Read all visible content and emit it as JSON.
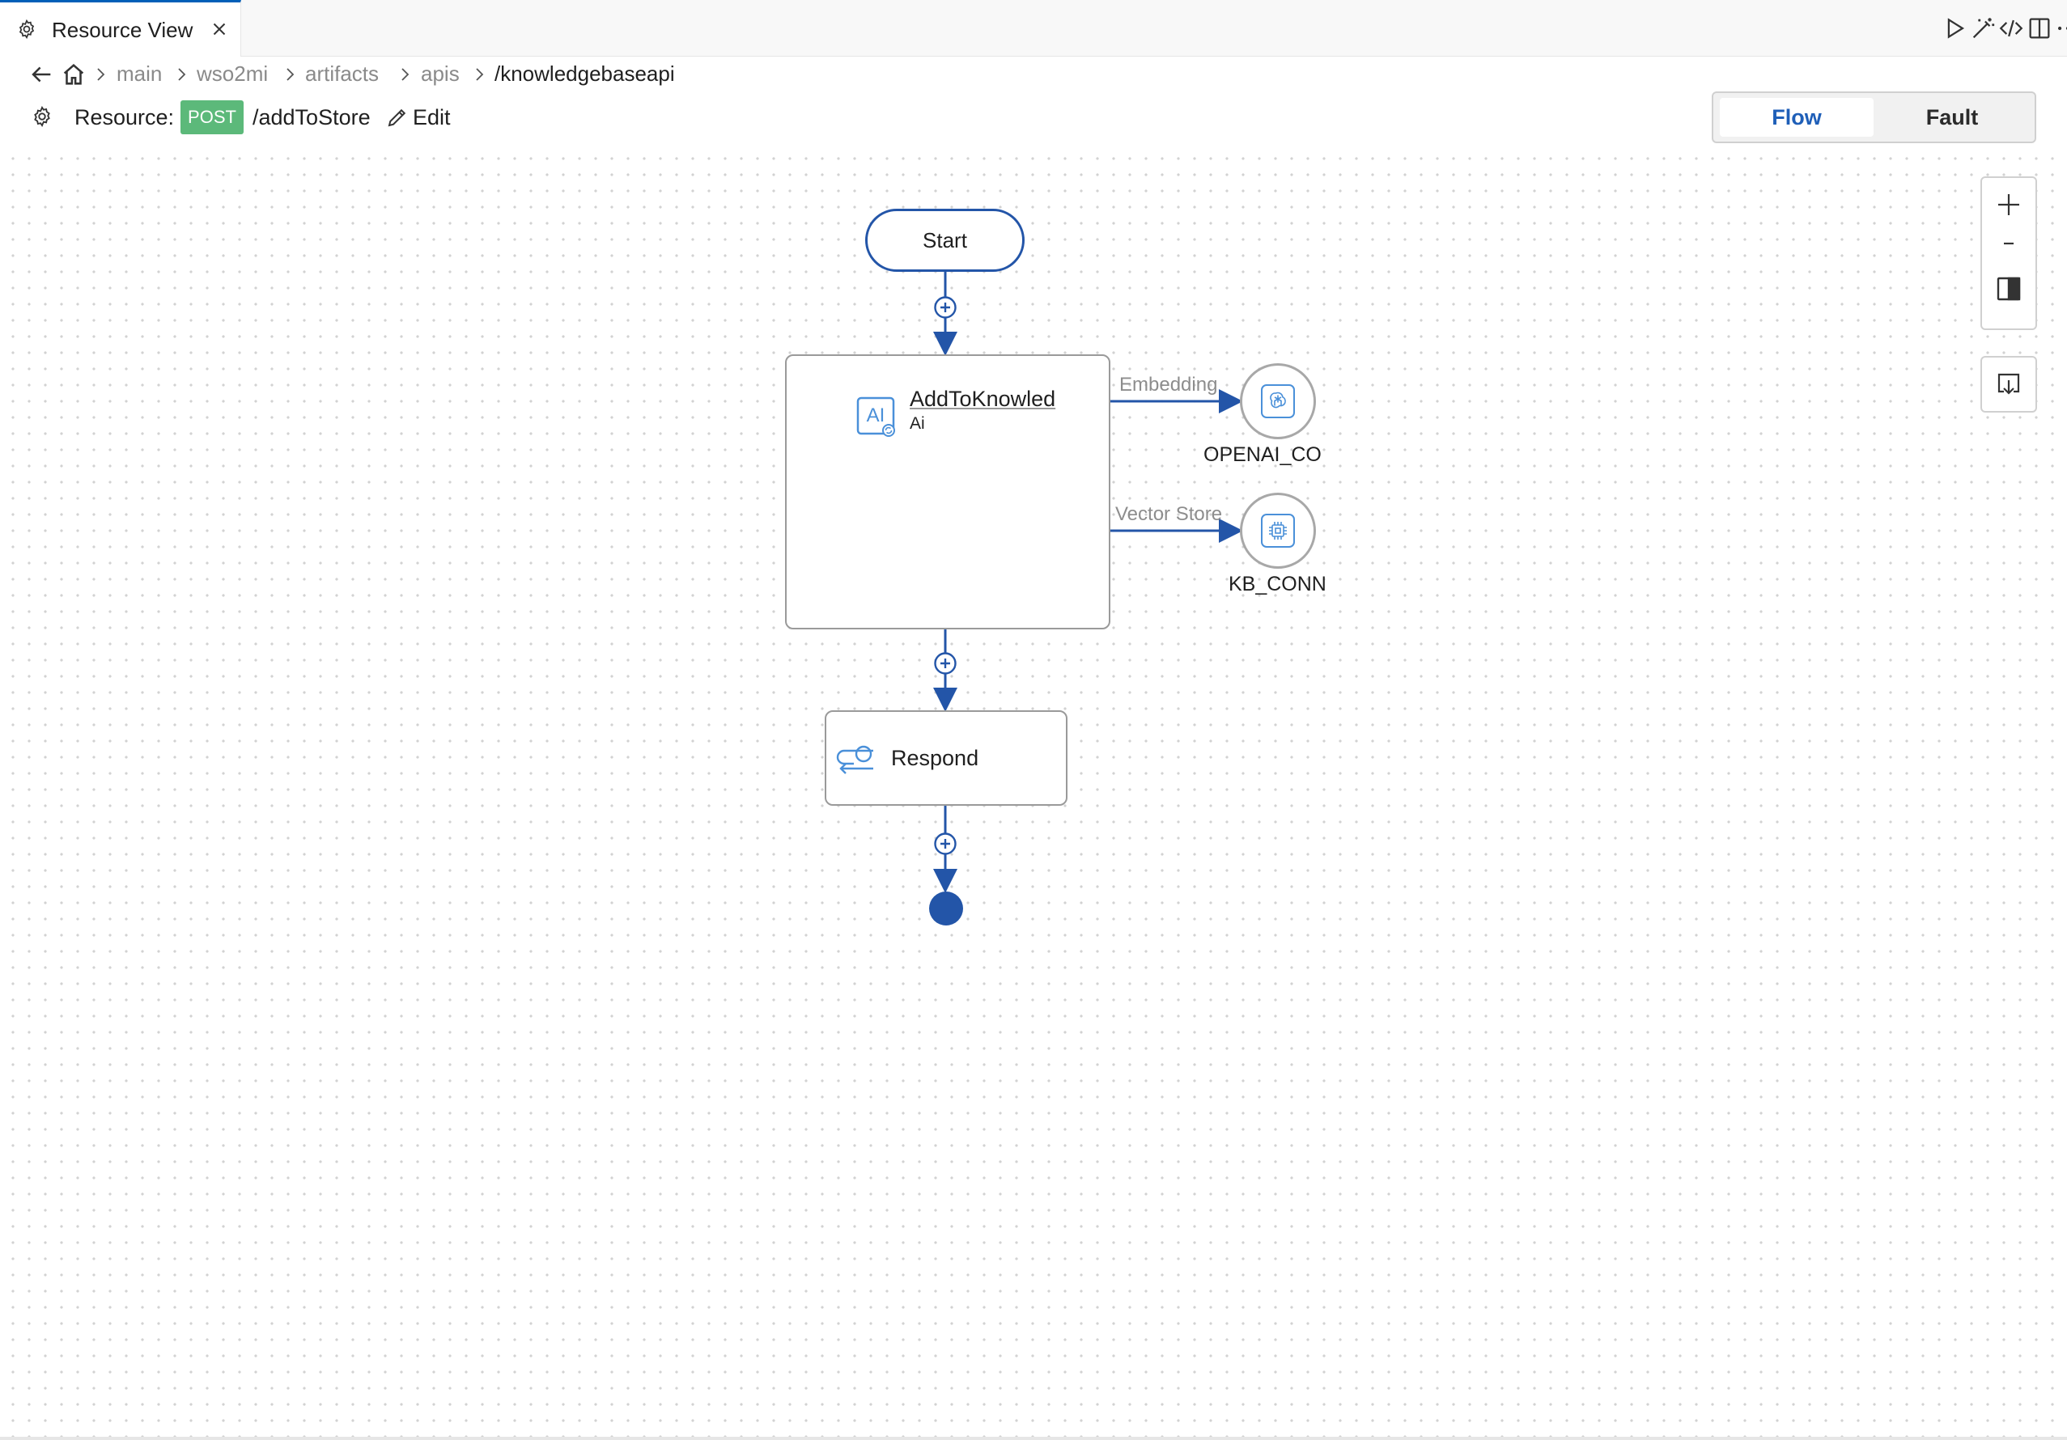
{
  "tab": {
    "title": "Resource View",
    "icon": "gear-icon"
  },
  "tab_actions": [
    "run-icon",
    "magic-wand-icon",
    "code-icon",
    "split-editor-icon",
    "more-icon"
  ],
  "breadcrumb": {
    "items": [
      "main",
      "wso2mi",
      "artifacts",
      "apis"
    ],
    "current": "/knowledgebaseapi"
  },
  "resource": {
    "label": "Resource:",
    "method": "POST",
    "path": "/addToStore",
    "edit_label": "Edit",
    "method_color": "#5cb97a"
  },
  "view_toggle": {
    "active": "Flow",
    "inactive": "Fault"
  },
  "diagram": {
    "start_label": "Start",
    "mediator": {
      "name": "AddToKnowled",
      "type": "Ai"
    },
    "connections": [
      {
        "edge_label": "Embedding",
        "name": "OPENAI_CO",
        "icon": "openai-icon"
      },
      {
        "edge_label": "Vector Store",
        "name": "KB_CONN",
        "icon": "chip-icon"
      }
    ],
    "respond_label": "Respond",
    "accent_color": "#2355a8"
  },
  "zoom_controls": [
    "zoom-in-icon",
    "zoom-out-icon",
    "fit-icon",
    "download-image-icon"
  ]
}
